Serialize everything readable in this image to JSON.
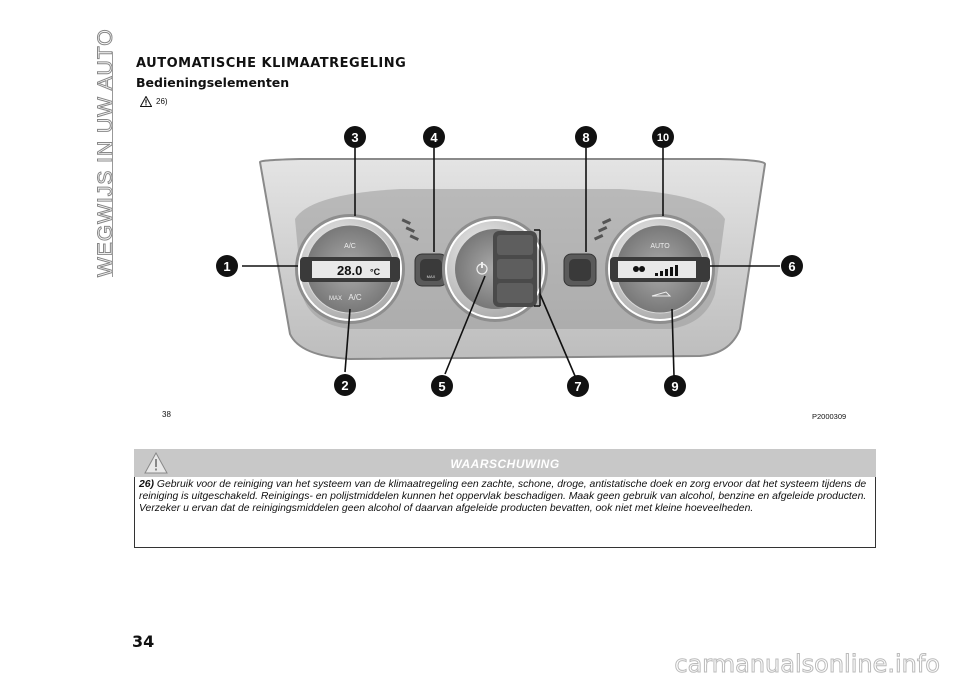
{
  "side_tab": "WEGWIJS IN UW AUTO",
  "title": "AUTOMATISCHE KLIMAATREGELING",
  "subtitle": "Bedieningselementen",
  "warning_ref": "26)",
  "figure": {
    "number": "38",
    "code": "P2000309",
    "callouts": [
      "1",
      "2",
      "3",
      "4",
      "5",
      "6",
      "7",
      "8",
      "9",
      "10"
    ],
    "left_knob": {
      "top_label": "A/C",
      "display": "28.0",
      "unit": "°C",
      "bottom_label": "A/C",
      "bottom_prefix": "MAX"
    },
    "right_knob": {
      "top_label": "AUTO"
    },
    "max_button": "MAX"
  },
  "warning": {
    "heading": "WAARSCHUWING",
    "number": "26)",
    "text": "Gebruik voor de reiniging van het systeem van de klimaatregeling een zachte, schone, droge, antistatische doek en zorg ervoor dat het systeem tijdens de reiniging is uitgeschakeld. Reinigings- en polijstmiddelen kunnen het oppervlak beschadigen. Maak geen gebruik van alcohol, benzine en afgeleide producten. Verzeker u ervan dat de reinigingsmiddelen geen alcohol of daarvan afgeleide producten bevatten, ook niet met kleine hoeveelheden."
  },
  "page_number": "34",
  "watermark": "carmanualsonline.info"
}
